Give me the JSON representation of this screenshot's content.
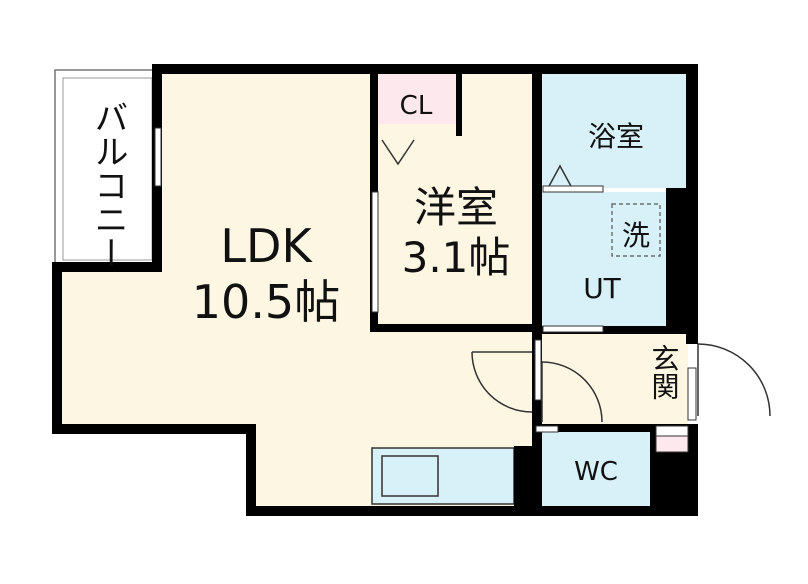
{
  "rooms": {
    "ldk": {
      "name": "LDK",
      "size": "10.5帖"
    },
    "western": {
      "name": "洋室",
      "size": "3.1帖"
    },
    "closet": {
      "name": "CL"
    },
    "bath": {
      "name": "浴室"
    },
    "utility": {
      "name": "UT"
    },
    "washer": {
      "name": "洗"
    },
    "entrance": {
      "name": "玄関"
    },
    "toilet": {
      "name": "WC"
    },
    "balcony": {
      "name": "バルコニー"
    }
  },
  "colors": {
    "floor": "#fdf6e3",
    "wet_area": "#d8f0f8",
    "closet": "#fde8ee",
    "wall": "#000000",
    "balcony": "#ffffff"
  }
}
